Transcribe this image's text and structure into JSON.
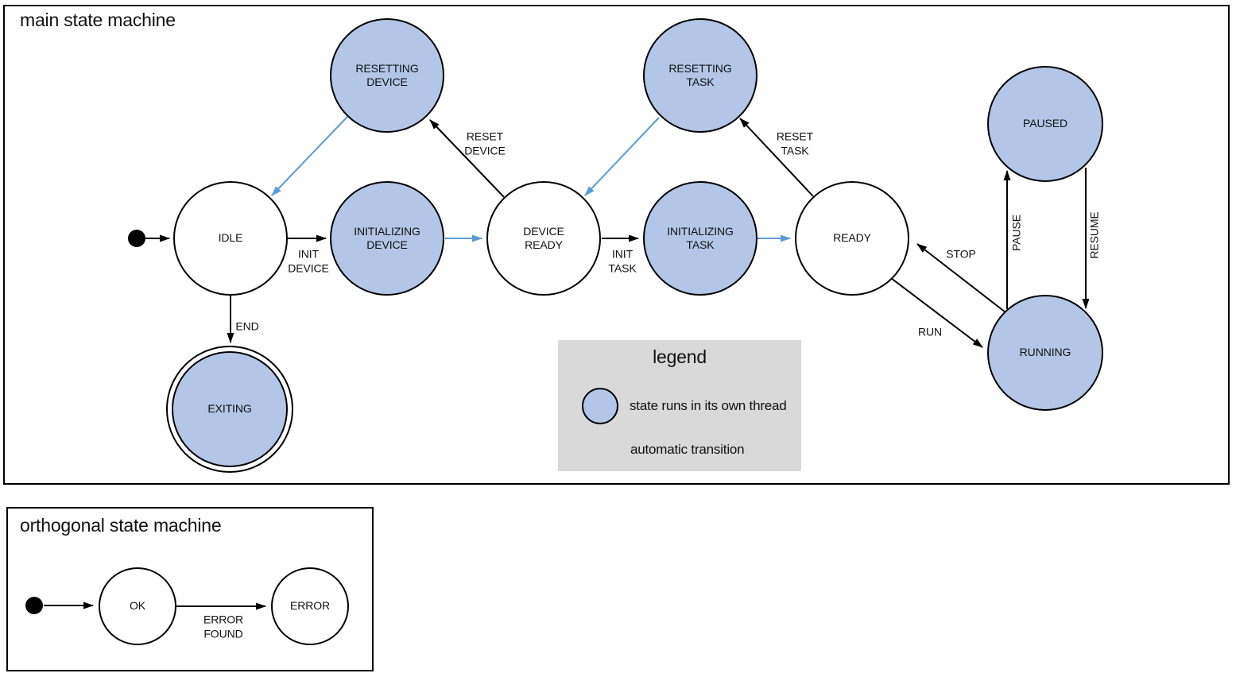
{
  "colors": {
    "threaded-fill": "#b3c6e7",
    "auto-transition": "#5b9bd5",
    "legend-bg": "#d9d9d9",
    "state-stroke": "#000000"
  },
  "main": {
    "title": "main state machine",
    "states": {
      "resetting_device": "RESETTING\nDEVICE",
      "resetting_task": "RESETTING\nTASK",
      "paused": "PAUSED",
      "idle": "IDLE",
      "initializing_device": "INITIALIZING\nDEVICE",
      "device_ready": "DEVICE\nREADY",
      "initializing_task": "INITIALIZING\nTASK",
      "ready": "READY",
      "running": "RUNNING",
      "exiting": "EXITING"
    },
    "transitions": {
      "init_device": "INIT\nDEVICE",
      "reset_device": "RESET\nDEVICE",
      "init_task": "INIT\nTASK",
      "reset_task": "RESET\nTASK",
      "end": "END",
      "run": "RUN",
      "stop": "STOP",
      "pause": "PAUSE",
      "resume": "RESUME"
    },
    "legend": {
      "title": "legend",
      "threaded_label": "state runs in its own thread",
      "auto_label": "automatic transition"
    }
  },
  "orthogonal": {
    "title": "orthogonal state machine",
    "states": {
      "ok": "OK",
      "error": "ERROR"
    },
    "transitions": {
      "error_found": "ERROR\nFOUND"
    }
  }
}
